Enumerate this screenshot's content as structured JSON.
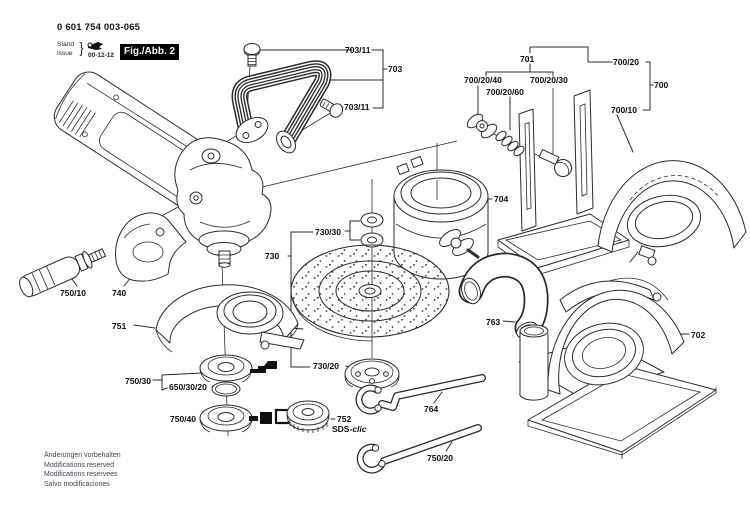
{
  "document": {
    "part_number": "0 601 754 003-065",
    "stand_label": "Stand",
    "issue_label": "Issue",
    "issue_date": "00-12-12",
    "figure_label": "Fig./Abb. 2",
    "footer_lines": [
      "Änderungen vorbehalten",
      "Modifications reserved",
      "Modifications reservees",
      "Salvo modificaciones"
    ]
  },
  "part_labels": {
    "703_11_top": "703/11",
    "703": "703",
    "703_11_side": "703/11",
    "701": "701",
    "700_20_40": "700/20/40",
    "700_20_60": "700/20/60",
    "700_20_30": "700/20/30",
    "700_20": "700/20",
    "700": "700",
    "700_10": "700/10",
    "704": "704",
    "730_30": "730/30",
    "730": "730",
    "730_20": "730/20",
    "750_10": "750/10",
    "740": "740",
    "751": "751",
    "750_30": "750/30",
    "650_30_20": "650/30/20",
    "750_40": "750/40",
    "752": "752",
    "752_sds_prefix": "SDS-",
    "752_sds_suffix": "clic",
    "764": "764",
    "750_20_wrench": "750/20",
    "763": "763",
    "702": "702"
  },
  "icons": {
    "revision_icon": "crossed-tools",
    "mount_pictogram_upper": "clamp-direction",
    "mount_pictogram_lower": "clamp-direction"
  },
  "colors": {
    "line": "#2b2b2b",
    "label_text": "#0c0c0c",
    "footer_text": "#3e4553",
    "figure_box_bg": "#000000",
    "figure_box_fg": "#ffffff"
  }
}
